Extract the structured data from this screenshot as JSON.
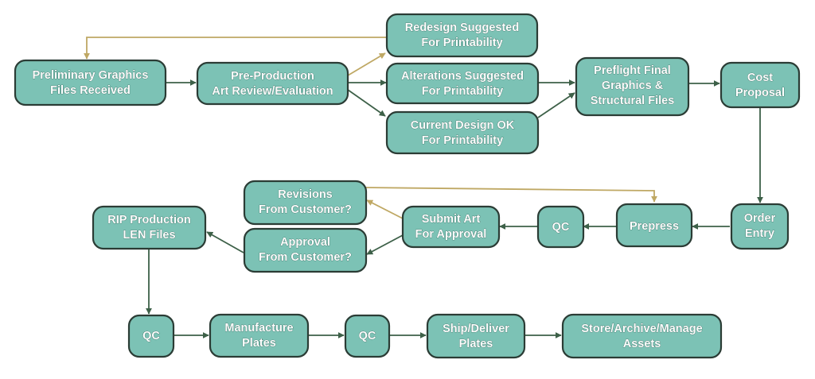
{
  "colors": {
    "box_fill": "#7cc2b5",
    "box_border": "#2b3c35",
    "arrow_main": "#3d6048",
    "arrow_feedback": "#bfa864",
    "text": "#ffffff"
  },
  "nodes": {
    "preliminary": [
      "Preliminary Graphics",
      "Files Received"
    ],
    "preproduction": [
      "Pre-Production",
      "Art Review/Evaluation"
    ],
    "redesign": [
      "Redesign Suggested",
      "For Printability"
    ],
    "alterations": [
      "Alterations Suggested",
      "For Printability"
    ],
    "current_ok": [
      "Current Design OK",
      "For Printability"
    ],
    "preflight": [
      "Preflight Final",
      "Graphics &",
      "Structural Files"
    ],
    "cost": [
      "Cost",
      "Proposal"
    ],
    "order": [
      "Order",
      "Entry"
    ],
    "prepress": [
      "Prepress"
    ],
    "qc1": [
      "QC"
    ],
    "submit": [
      "Submit Art",
      "For Approval"
    ],
    "revisions": [
      "Revisions",
      "From Customer?"
    ],
    "approval": [
      "Approval",
      "From Customer?"
    ],
    "rip": [
      "RIP Production",
      "LEN Files"
    ],
    "qc2": [
      "QC"
    ],
    "manufacture": [
      "Manufacture",
      "Plates"
    ],
    "qc3": [
      "QC"
    ],
    "ship": [
      "Ship/Deliver",
      "Plates"
    ],
    "store": [
      "Store/Archive/Manage",
      "Assets"
    ]
  }
}
